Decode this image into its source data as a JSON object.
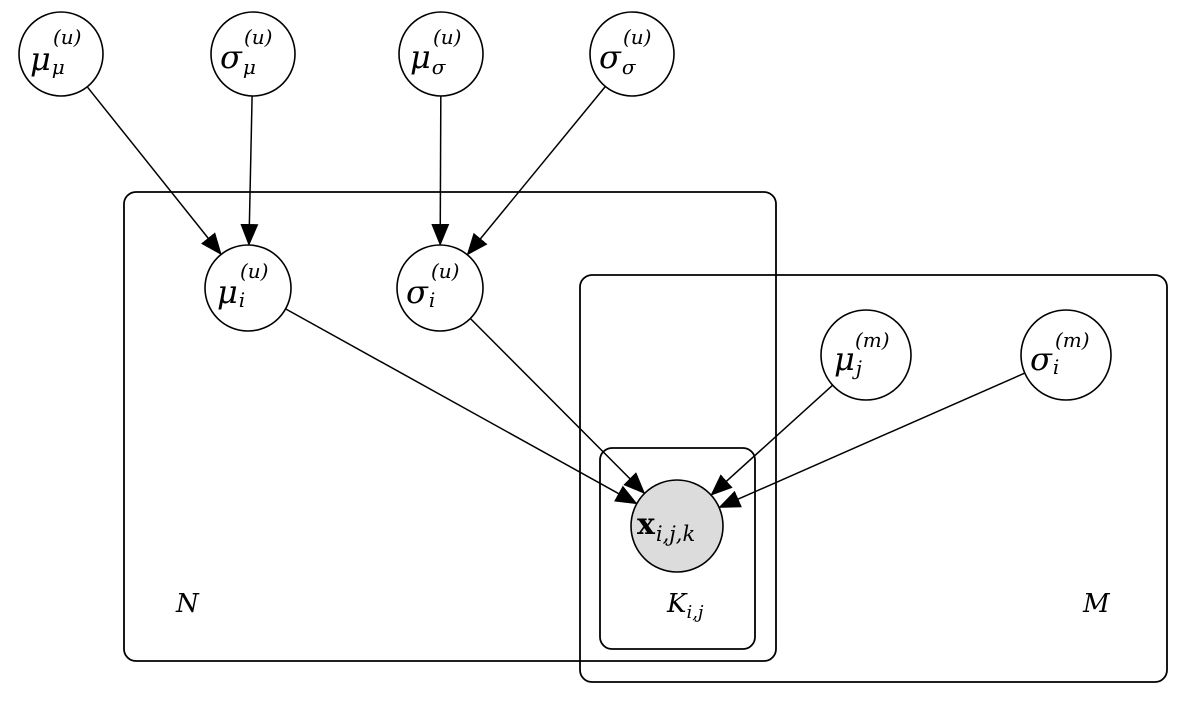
{
  "colors": {
    "node_fill": "#ffffff",
    "observed_fill": "#dcdcdc",
    "stroke": "#000000"
  },
  "nodes": {
    "mu_mu_u": {
      "base": "μ",
      "sub": "μ",
      "sup": "(u)"
    },
    "sigma_mu_u": {
      "base": "σ",
      "sub": "μ",
      "sup": "(u)"
    },
    "mu_sigma_u": {
      "base": "μ",
      "sub": "σ",
      "sup": "(u)"
    },
    "sigma_sigma_u": {
      "base": "σ",
      "sub": "σ",
      "sup": "(u)"
    },
    "mu_i_u": {
      "base": "μ",
      "sub": "i",
      "sup": "(u)"
    },
    "sigma_i_u": {
      "base": "σ",
      "sub": "i",
      "sup": "(u)"
    },
    "mu_j_m": {
      "base": "μ",
      "sub": "j",
      "sup": "(m)"
    },
    "sigma_i_m": {
      "base": "σ",
      "sub": "i",
      "sup": "(m)"
    },
    "x_ijk": {
      "base": "x",
      "sub": "i,j,k",
      "sup": "",
      "observed": true
    }
  },
  "plates": {
    "N": {
      "label": "N"
    },
    "M": {
      "label": "M"
    },
    "K": {
      "label": "K",
      "sub": "i,j"
    }
  },
  "edges": [
    {
      "from": "mu_mu_u",
      "to": "mu_i_u"
    },
    {
      "from": "sigma_mu_u",
      "to": "mu_i_u"
    },
    {
      "from": "mu_sigma_u",
      "to": "sigma_i_u"
    },
    {
      "from": "sigma_sigma_u",
      "to": "sigma_i_u"
    },
    {
      "from": "mu_i_u",
      "to": "x_ijk"
    },
    {
      "from": "sigma_i_u",
      "to": "x_ijk"
    },
    {
      "from": "mu_j_m",
      "to": "x_ijk"
    },
    {
      "from": "sigma_i_m",
      "to": "x_ijk"
    }
  ]
}
